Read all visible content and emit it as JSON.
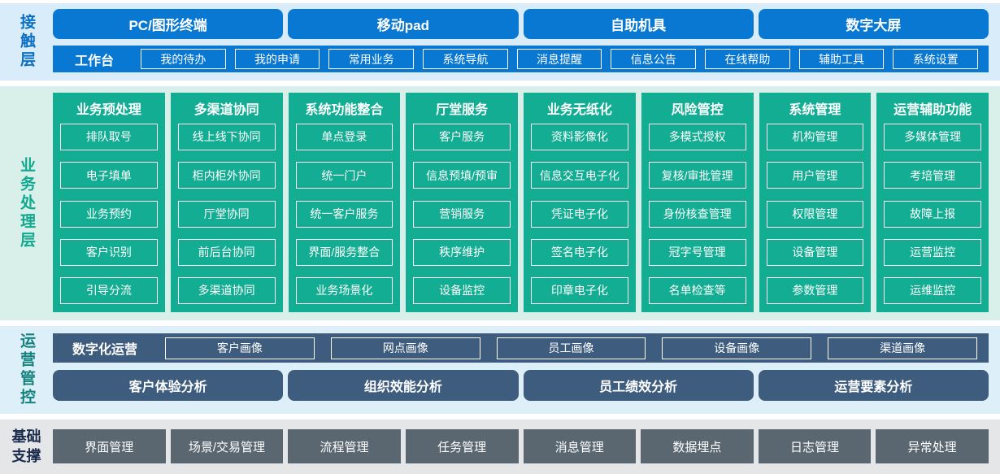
{
  "palette": {
    "bright_blue": "#0878d2",
    "light_blue_band": "#d9ecf9",
    "teal_green": "#12ad92",
    "mint_band": "#d9f0ea",
    "slate_blue": "#3d5c7e",
    "ops_band": "#ddeff8",
    "dark_gray": "#5b6770",
    "gray_band": "#e4e6e8"
  },
  "contact": {
    "label": "接触层",
    "terminals": [
      "PC/图形终端",
      "移动pad",
      "自助机具",
      "数字大屏"
    ],
    "workbench": {
      "label": "工作台",
      "items": [
        "我的待办",
        "我的申请",
        "常用业务",
        "系统导航",
        "消息提醒",
        "信息公告",
        "在线帮助",
        "辅助工具",
        "系统设置"
      ]
    }
  },
  "business": {
    "label": "业务处理层",
    "columns": [
      {
        "title": "业务预处理",
        "items": [
          "排队取号",
          "电子填单",
          "业务预约",
          "客户识别",
          "引导分流"
        ]
      },
      {
        "title": "多渠道协同",
        "items": [
          "线上线下协同",
          "柜内柜外协同",
          "厅堂协同",
          "前后台协同",
          "多渠道协同"
        ]
      },
      {
        "title": "系统功能整合",
        "items": [
          "单点登录",
          "统一门户",
          "统一客户服务",
          "界面/服务整合",
          "业务场景化"
        ]
      },
      {
        "title": "厅堂服务",
        "items": [
          "客户服务",
          "信息预填/预审",
          "营销服务",
          "秩序维护",
          "设备监控"
        ]
      },
      {
        "title": "业务无纸化",
        "items": [
          "资料影像化",
          "信息交互电子化",
          "凭证电子化",
          "签名电子化",
          "印章电子化"
        ]
      },
      {
        "title": "风险管控",
        "items": [
          "多模式授权",
          "复核/审批管理",
          "身份核查管理",
          "冠字号管理",
          "名单检查等"
        ]
      },
      {
        "title": "系统管理",
        "items": [
          "机构管理",
          "用户管理",
          "权限管理",
          "设备管理",
          "参数管理"
        ]
      },
      {
        "title": "运营辅助功能",
        "items": [
          "多媒体管理",
          "考培管理",
          "故障上报",
          "运营监控",
          "运维监控"
        ]
      }
    ]
  },
  "operations": {
    "label": "运营管控",
    "digital": {
      "label": "数字化运营",
      "items": [
        "客户画像",
        "网点画像",
        "员工画像",
        "设备画像",
        "渠道画像"
      ]
    },
    "analysis": [
      "客户体验分析",
      "组织效能分析",
      "员工绩效分析",
      "运营要素分析"
    ]
  },
  "foundation": {
    "label": "基础支撑",
    "items": [
      "界面管理",
      "场景/交易管理",
      "流程管理",
      "任务管理",
      "消息管理",
      "数据埋点",
      "日志管理",
      "异常处理"
    ]
  }
}
